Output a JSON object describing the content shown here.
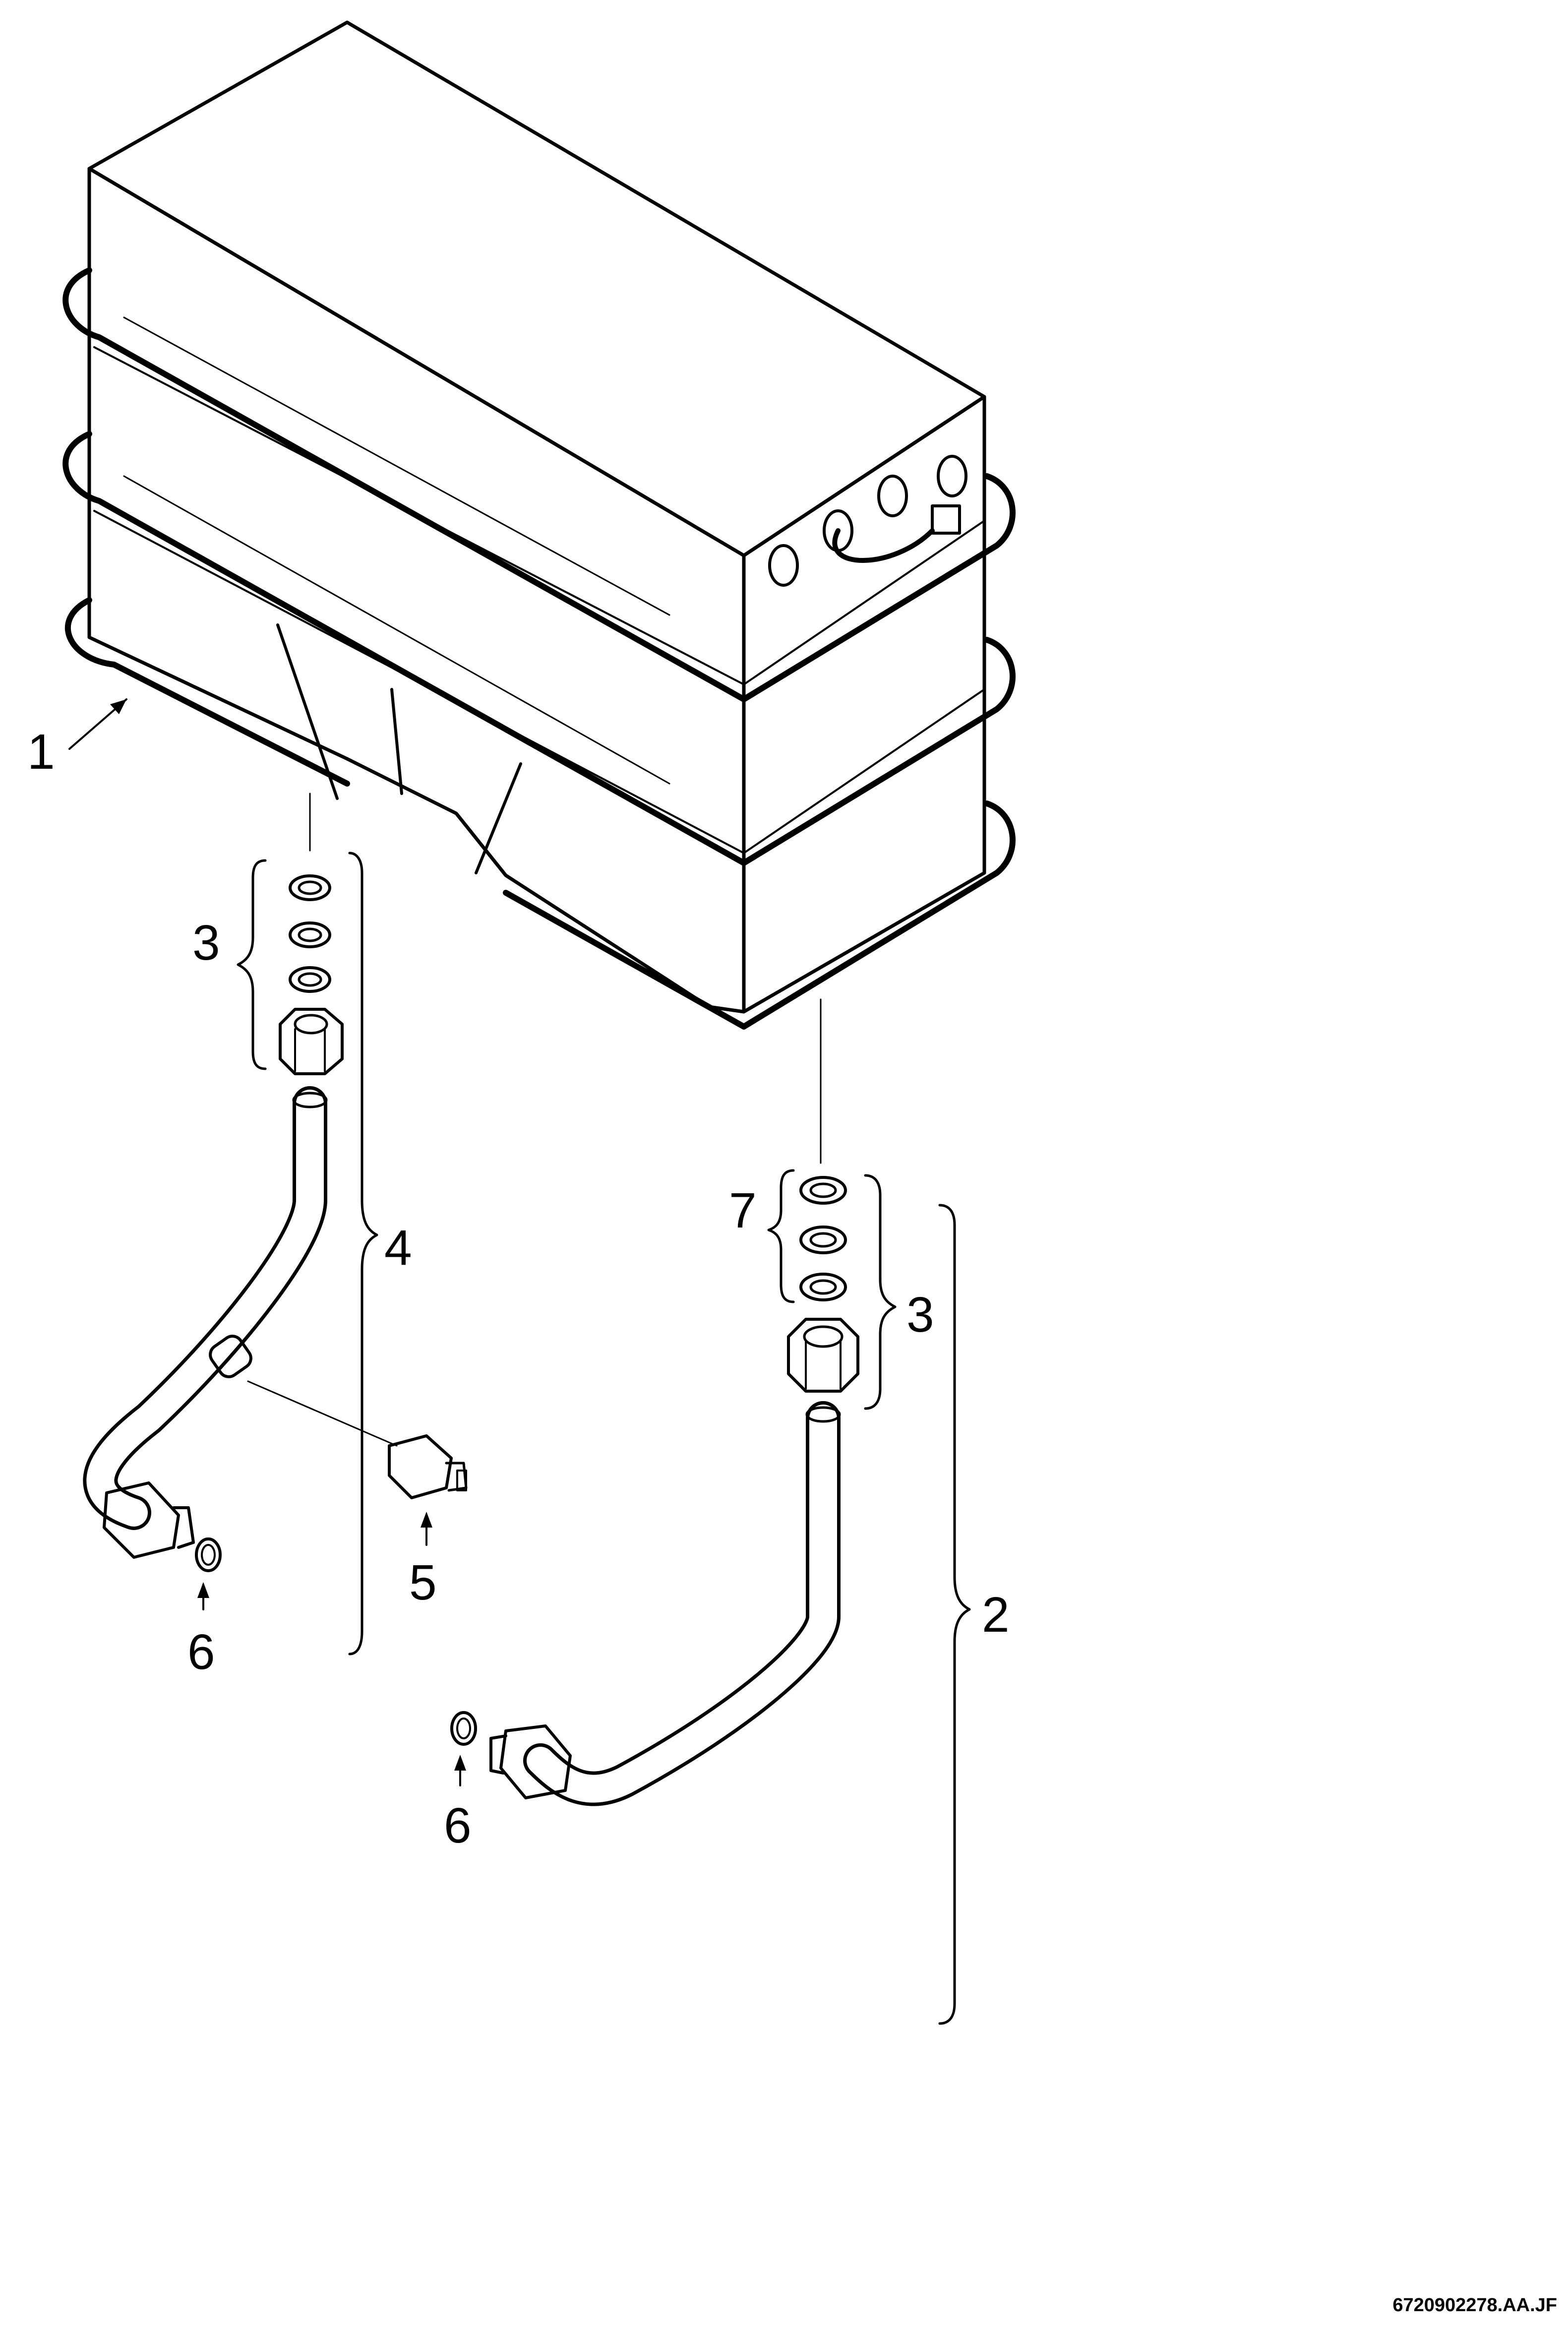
{
  "callouts": {
    "c1": "1",
    "c2": "2",
    "c3_left": "3",
    "c3_right": "3",
    "c4": "4",
    "c5": "5",
    "c6_left": "6",
    "c6_right": "6",
    "c7": "7"
  },
  "drawing_code": "6720902278.AA.JF",
  "icons": {
    "heat_exchanger": "heat-exchanger-icon",
    "sensor": "temperature-sensor-icon",
    "nut": "hex-nut-icon",
    "washer": "washer-icon"
  },
  "colors": {
    "line": "#000000",
    "background": "#ffffff"
  }
}
